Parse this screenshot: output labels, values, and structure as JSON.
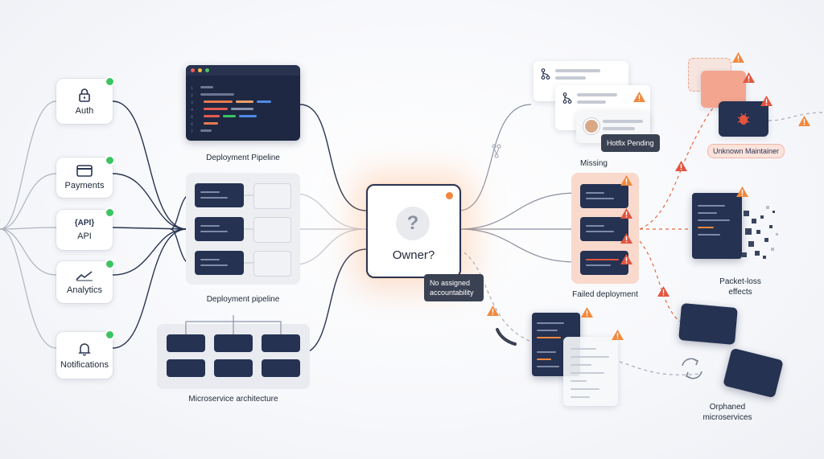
{
  "services": [
    {
      "label": "Auth",
      "icon": "lock-icon"
    },
    {
      "label": "Payments",
      "icon": "credit-card-icon"
    },
    {
      "label": "API",
      "icon": "api-braces-icon",
      "icon_text": "{API}"
    },
    {
      "label": "Analytics",
      "icon": "chart-line-icon"
    },
    {
      "label": "Notifications",
      "icon": "bell-icon"
    }
  ],
  "status_color": "#3cc463",
  "warning_color": "#f0883e",
  "error_color": "#e2553f",
  "navy_color": "#253252",
  "captions": {
    "deployment_pipeline_top": "Deployment Pipeline",
    "deployment_pipeline": "Deployment pipeline",
    "microservice_architecture": "Microservice architecture",
    "missing": "Missing",
    "failed_deployment": "Failed deployment",
    "packet_loss_effects": "Packet-loss effects",
    "orphaned_microservices": "Orphaned microservices"
  },
  "center": {
    "title": "Owner?",
    "icon": "question-mark-icon",
    "icon_text": "?"
  },
  "tooltips": {
    "no_accountability": "No assigned accountability",
    "hotfix": "Hotfix Pending"
  },
  "badges": {
    "unknown_maintainer": "Unknown Maintainer"
  },
  "code_line_numbers": [
    "1",
    "2",
    "3",
    "4",
    "5",
    "6",
    "7"
  ]
}
